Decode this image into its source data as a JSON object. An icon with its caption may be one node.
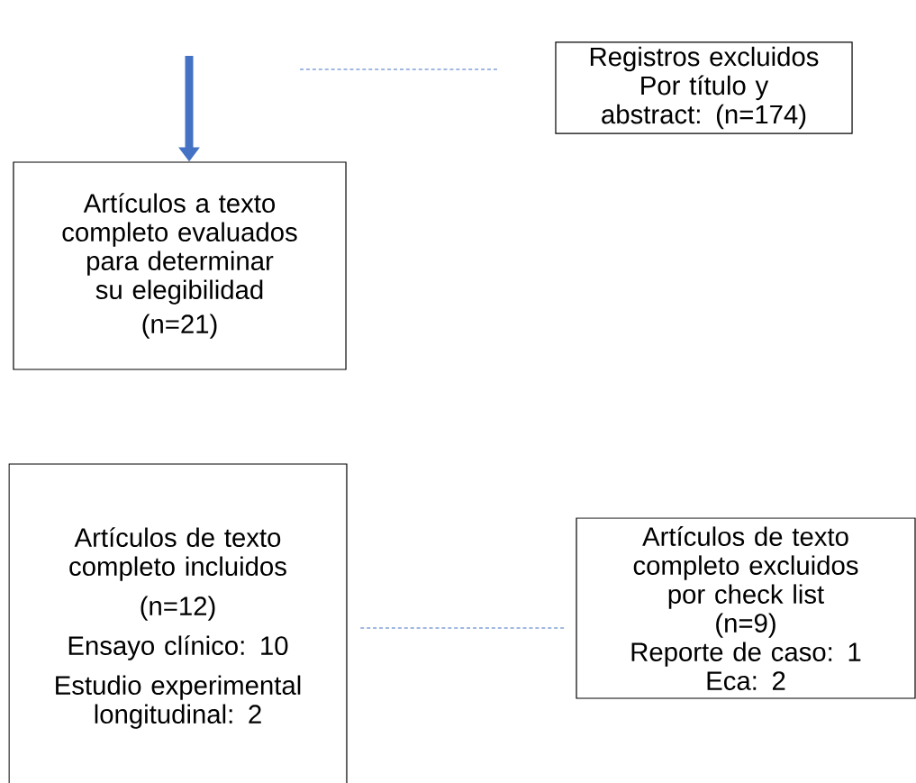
{
  "diagram": {
    "nodes": [
      {
        "text": [
          "Registros excluidos Por título y abstract: (n=174)"
        ]
      },
      {
        "text": [
          "Artículos a texto completo evaluados para determinar su elegibilidad",
          "(n=21)"
        ]
      },
      {
        "text": [
          "Artículos de texto completo incluidos",
          "(n=12)",
          "Ensayo clínico: 10",
          "Estudio experimental longitudinal: 2"
        ]
      },
      {
        "text": [
          "Artículos de texto completo excluidos por check list",
          "(n=9)",
          "Reporte de caso: 1",
          "Eca: 2"
        ]
      }
    ],
    "edges": [
      {
        "from": null,
        "to": 1,
        "arrow": "to",
        "style": "thick"
      },
      {
        "from": null,
        "to": 0,
        "arrow": "none",
        "style": "dashed"
      },
      {
        "from": 2,
        "to": 3,
        "arrow": "none",
        "style": "dashed"
      }
    ]
  }
}
